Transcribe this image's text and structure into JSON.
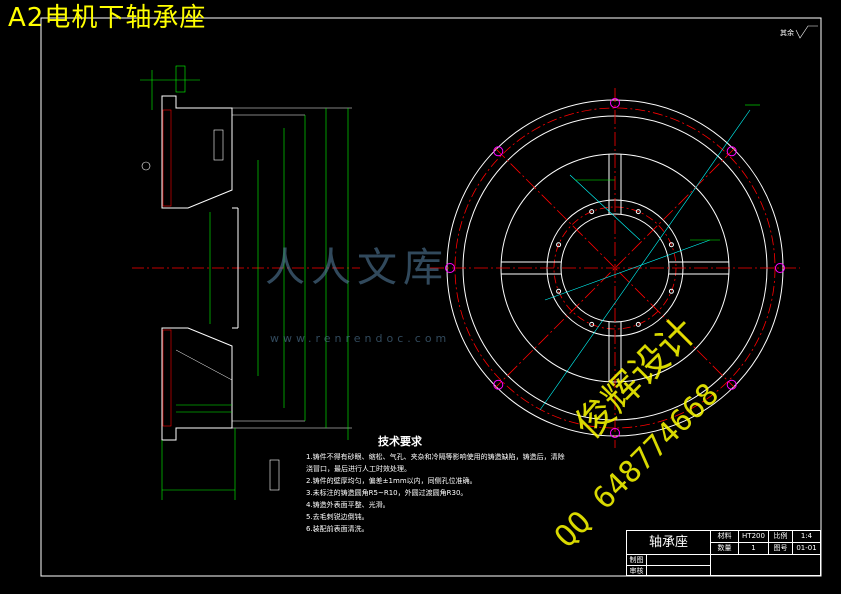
{
  "title": "A2电机下轴承座",
  "roughness_note": "其余",
  "tech_requirements": {
    "heading": "技术要求",
    "items": [
      "1.铸件不得有砂眼、缩松、气孔、夹杂和冷隔等影响使用的铸造缺陷，铸造后，清除",
      "  浇冒口，最后进行人工时效处理。",
      "2.铸件的壁厚均匀，偏差±1mm以内，同侧孔位准确。",
      "3.未标注的铸造圆角R5~R10，外圆过渡圆角R30。",
      "4.铸造外表面平整、光滑。",
      "5.去毛刺锐边倒钝。",
      "6.装配前表面清洗。"
    ]
  },
  "watermarks": {
    "designer": "俊辉设计",
    "qq": "QQ 648774668",
    "logo": "人人文库",
    "url": "www.renrendoc.com"
  },
  "title_block": {
    "part_name": "轴承座",
    "material_label": "材料",
    "material_value": "HT200",
    "scale_label": "比例",
    "scale_value": "1:4",
    "qty_label": "数量",
    "qty_value": "1",
    "drawing_no_label": "图号",
    "drawing_no_value": "01-01",
    "design_label": "制图",
    "review_label": "审核"
  },
  "colors": {
    "frame": "#ffffff",
    "center_line": "#ff0000",
    "dimension": "#00ff00",
    "outline": "#ffffff",
    "title": "#ffff00",
    "hole": "#ff00ff",
    "leader": "#00ffff"
  }
}
